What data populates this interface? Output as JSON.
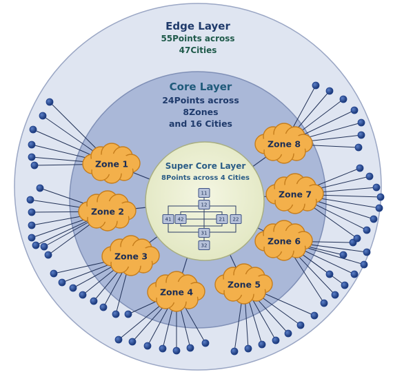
{
  "edge_layer": {
    "title": "Edge Layer",
    "line1": "55Points across",
    "line2": "47Cities"
  },
  "core_layer": {
    "title": "Core Layer",
    "line1": "24Points across",
    "line2": "8Zones",
    "line3": "and 16 Cities"
  },
  "super_core_layer": {
    "title": "Super Core Layer",
    "line1": "8Points across 4 Cities",
    "nodes": [
      "11",
      "12",
      "41",
      "42",
      "21",
      "22",
      "31",
      "32"
    ]
  },
  "zones": [
    {
      "label": "Zone 1",
      "edge_points": 6
    },
    {
      "label": "Zone 2",
      "edge_points": 8
    },
    {
      "label": "Zone 3",
      "edge_points": 7
    },
    {
      "label": "Zone 4",
      "edge_points": 8
    },
    {
      "label": "Zone 5",
      "edge_points": 7
    },
    {
      "label": "Zone 6",
      "edge_points": 9
    },
    {
      "label": "Zone 7",
      "edge_points": 8
    },
    {
      "label": "Zone 8",
      "edge_points": 7
    }
  ],
  "colors": {
    "edge_ring": "#dfe5f1",
    "core_ring": "#aab8d8",
    "super_core": "#eef1d6",
    "zone_cloud": "#f3b04b",
    "edge_point": "#1d3f8a",
    "node_box": "#b7c2da"
  }
}
